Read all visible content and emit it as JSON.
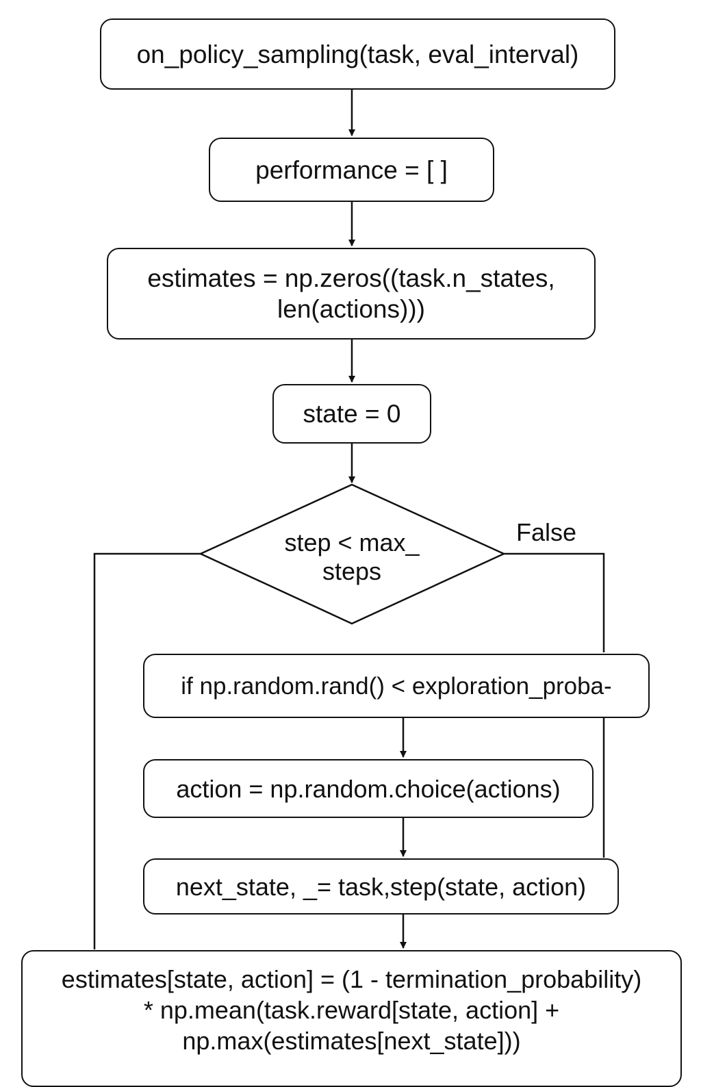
{
  "diagram": {
    "nodes": {
      "start": "on_policy_sampling(task, eval_interval)",
      "performance": "performance = [ ]",
      "estimates_init": "estimates = np.zeros((task.n_states,\nlen(actions)))",
      "state_init": "state = 0",
      "loop_condition": "step < max_\nsteps",
      "explore_check": "if np.random.rand() < exploration_proba-",
      "random_action": "action = np.random.choice(actions)",
      "env_step": "next_state, _= task,step(state, action)",
      "update_estimates": "estimates[state, action] = (1 - termination_probability)\n* np.mean(task.reward[state, action] +\nnp.max(estimates[next_state]))"
    },
    "edge_labels": {
      "false_branch": "False"
    }
  }
}
